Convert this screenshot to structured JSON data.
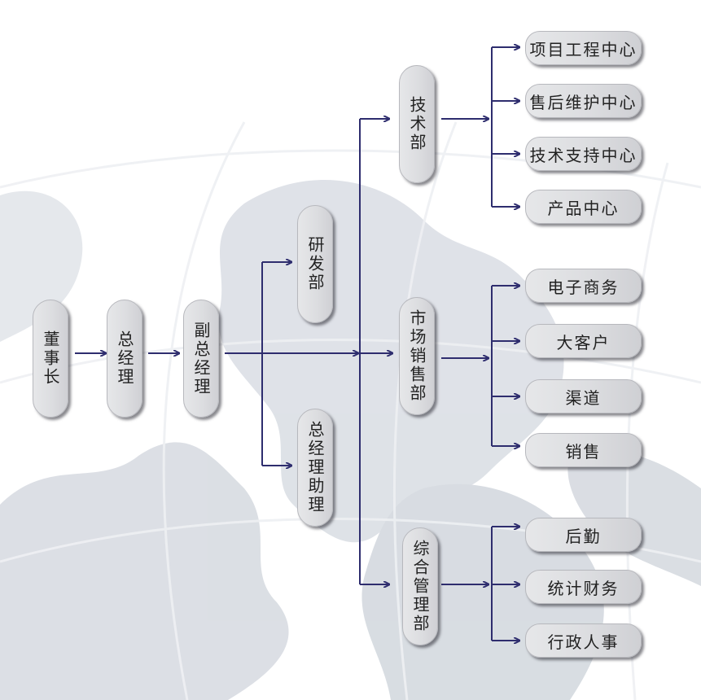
{
  "colors": {
    "line": "#2e2d6e",
    "globe_land": "#d9dde3",
    "globe_grid": "#ffffff"
  },
  "nodes": {
    "chairman": "董事长",
    "general_manager": "总经理",
    "deputy_gm": "副总经理",
    "rnd": "研发部",
    "gm_assistant": "总经理助理",
    "tech": "技术部",
    "marketing": "市场销售部",
    "admin": "综合管理部"
  },
  "tech_children": [
    "项目工程中心",
    "售后维护中心",
    "技术支持中心",
    "产品中心"
  ],
  "marketing_children": [
    "电子商务",
    "大客户",
    "渠道",
    "销售"
  ],
  "admin_children": [
    "后勤",
    "统计财务",
    "行政人事"
  ]
}
